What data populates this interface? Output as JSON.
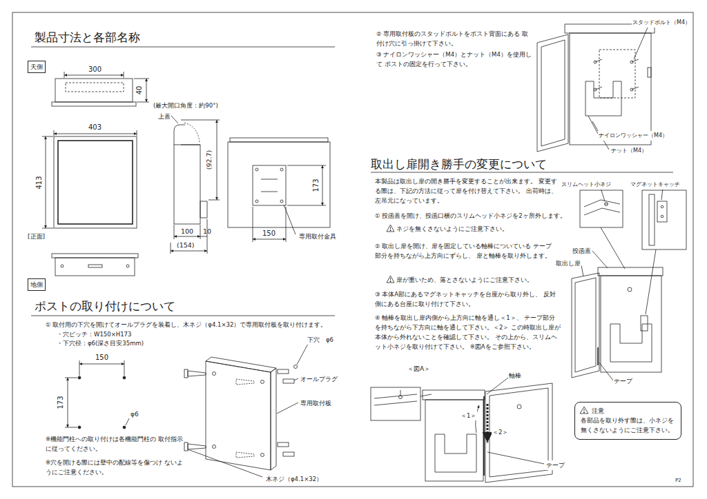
{
  "diagram": {
    "nodes": [
      {
        "text": [
          "天側"
        ]
      },
      {
        "text": [
          "地側"
        ]
      },
      {
        "text": [
          "注意",
          "各部品を取り外す際は、小ネジを 無くさないようにご注意下さい。"
        ]
      }
    ],
    "labels": [
      "製品寸法と各部名称",
      "300",
      "40",
      "403",
      "413",
      "[正面]",
      "(最大開口角度：約90°)",
      "上蓋",
      "(92.7)",
      "100",
      "10",
      "(154)",
      "173",
      "150",
      "専用取付金具",
      "ポストの取り付けについて",
      "① 取付用の下穴を開けてオールプラグを装着し、木ネジ（φ4.1×32）で専用取付板を取り付けます。",
      "・穴ピッチ：W150×H173",
      "・下穴径：φ6(深さ目安35mm)",
      "150",
      "173",
      "φ6",
      "※機能門柱への取り付けは各機能門柱の 取付指示に従ってください。",
      "※穴を開ける際には壁中の配線等を傷つけ ないようにご注意ください。",
      "下穴　φ6",
      "オールプラグ",
      "専用取付板",
      "木ネジ（φ4.1×32）",
      "② 専用取付板のスタッドボルトをポスト背面にある 取付け穴に引っ掛けて下さい。",
      "③ ナイロンワッシャー（M4）とナット（M4）を使用して ポストの固定を行って下さい。",
      "スタッドボルト（M4）",
      "ナイロンワッシャー（M4）",
      "ナット（M4）",
      "取出し扉開き勝手の変更について",
      "本製品は取出し扉の開き勝手を変更することが出来ます。 変更する際は、下記の方法に従って扉を付け替えて下さい。 出荷時は、左吊元になっています。",
      "① 投函蓋を開け、投函口横のスリムヘッド小ネジを2ヶ所外します。",
      "ネジを無くさないようにご注意下さい。",
      "② 取出し扉を開け、扉を固定している軸棒についている テープ部分を持ちながら上方向にずらし、 扉と軸棒を取り外します。",
      "扉が重いため、落とさないようにご注意下さい。",
      "③ 本体A部にあるマグネットキャッチを台座から取り外し、 反対側にある台座に取り付けて下さい。",
      "④ 軸棒を取出し扉内側から上方向に軸を通し＜1＞、 テープ部分を持ちながら下方向に軸を通して下さい。＜2＞ この時取出し扉が本体から外れないことを確認して下さい。 その上から、スリムヘット小ネジを取り付けて下さい。 ※図Aをご参照下さい。",
      "スリムヘット小ネジ",
      "マグネットキャッチ",
      "投函蓋",
      "取出し扉",
      "テープ",
      "＜図A＞",
      "軸棒",
      "＜1＞",
      "＜2＞",
      "テープ",
      "P2"
    ]
  }
}
